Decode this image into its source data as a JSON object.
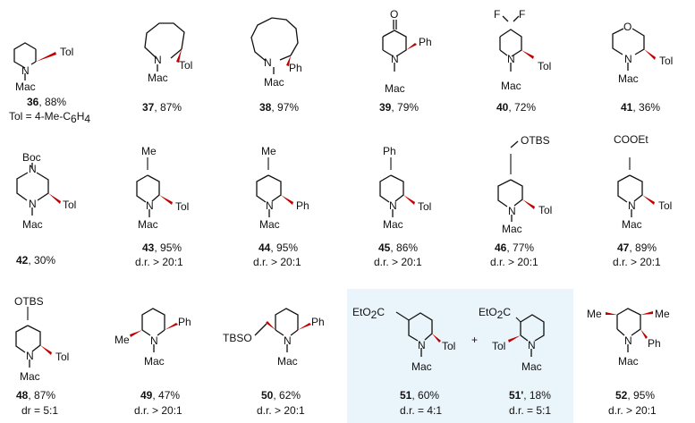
{
  "compounds": [
    {
      "id": "36",
      "yield": ", 88%",
      "note": "Tol = 4-Me-C",
      "note_sub": "6",
      "note_tail": "H",
      "note_sub2": "4"
    },
    {
      "id": "37",
      "yield": ", 87%"
    },
    {
      "id": "38",
      "yield": ", 97%"
    },
    {
      "id": "39",
      "yield": ", 79%"
    },
    {
      "id": "40",
      "yield": ", 72%"
    },
    {
      "id": "41",
      "yield": ", 36%"
    },
    {
      "id": "42",
      "yield": ", 30%"
    },
    {
      "id": "43",
      "yield": ", 95%",
      "dr": "d.r. > 20:1"
    },
    {
      "id": "44",
      "yield": ",  95%",
      "dr": "d.r. > 20:1"
    },
    {
      "id": "45",
      "yield": ", 86%",
      "dr": "d.r. > 20:1"
    },
    {
      "id": "46",
      "yield": ", 77%",
      "dr": "d.r. > 20:1"
    },
    {
      "id": "47",
      "yield": ", 89%",
      "dr": "d.r. > 20:1"
    },
    {
      "id": "48",
      "yield": ", 87%",
      "dr": "dr = 5:1"
    },
    {
      "id": "49",
      "yield": ", 47%",
      "dr": "d.r. > 20:1"
    },
    {
      "id": "50",
      "yield": ", 62%",
      "dr": "d.r. > 20:1"
    },
    {
      "id": "51",
      "yield": ", 60%",
      "dr": "d.r. = 4:1"
    },
    {
      "id": "51'",
      "yield": ",  18%",
      "dr": "d.r. = 5:1"
    },
    {
      "id": "52",
      "yield": ", 95%",
      "dr": "d.r. > 20:1"
    }
  ],
  "atoms": {
    "n": "N",
    "mac": "Mac",
    "tol": "Tol",
    "ph": "Ph",
    "o": "O",
    "f": "F",
    "boc": "Boc",
    "me": "Me",
    "otbs": "OTBS",
    "cooet": "COOEt",
    "tbso": "TBSO",
    "eto2c": "EtO",
    "eto2c_sub": "2",
    "eto2c_tail": "C",
    "plus": "+"
  },
  "colors": {
    "wedge": "#c00000",
    "panel": "#eaf4fb"
  }
}
